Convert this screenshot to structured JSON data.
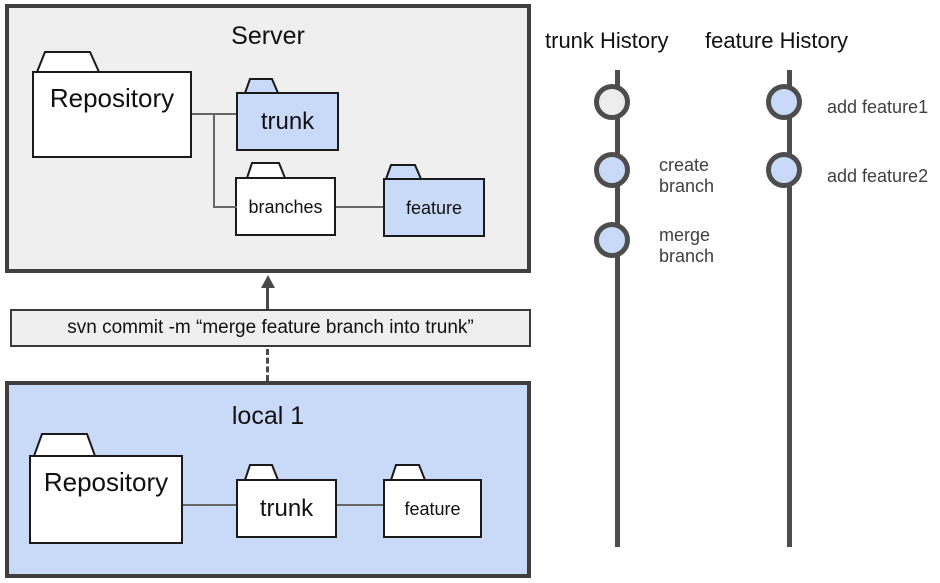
{
  "palette": {
    "accent_blue": "#c9daf8",
    "panel_gray": "#efefef",
    "border_dark": "#3f3f3f",
    "node_gray": "#ededed",
    "connector_gray": "#666666"
  },
  "server_box": {
    "title": "Server",
    "folders": {
      "repository": "Repository",
      "trunk": "trunk",
      "branches": "branches",
      "feature": "feature"
    }
  },
  "command_box": {
    "text": "svn commit -m “merge feature branch into trunk”"
  },
  "local_box": {
    "title": "local 1",
    "folders": {
      "repository": "Repository",
      "trunk": "trunk",
      "feature": "feature"
    }
  },
  "trunk_history": {
    "title": "trunk History",
    "commits": [
      {
        "label": ""
      },
      {
        "label": "create branch"
      },
      {
        "label": "merge branch"
      }
    ]
  },
  "feature_history": {
    "title": "feature History",
    "commits": [
      {
        "label": "add feature1"
      },
      {
        "label": "add feature2"
      }
    ]
  }
}
